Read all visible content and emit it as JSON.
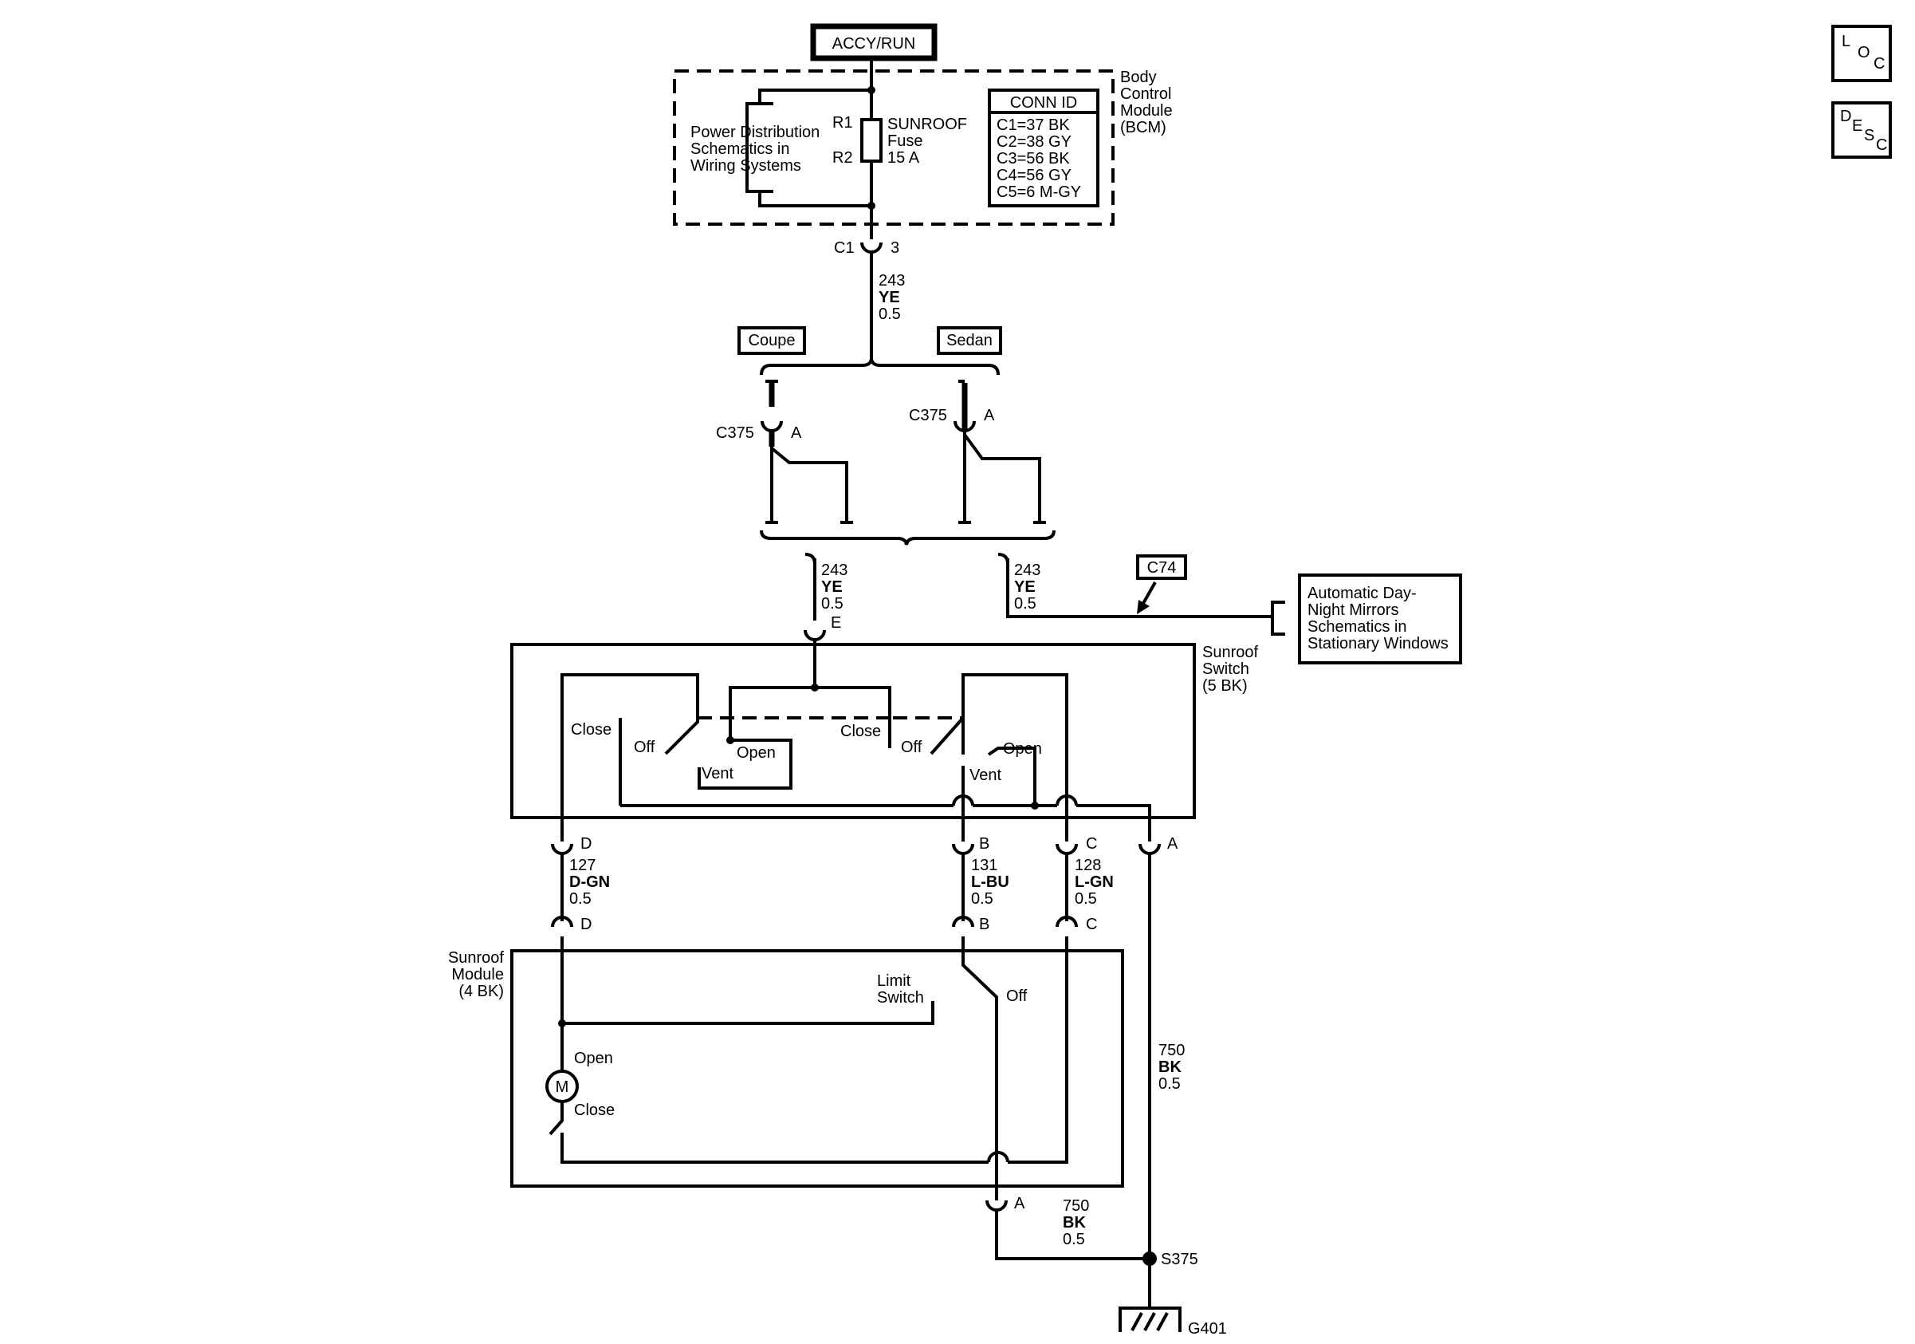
{
  "power": {
    "label": "ACCY/RUN"
  },
  "corner_icons": {
    "loc": "LOC",
    "desc": "DESC"
  },
  "bcm": {
    "name_lines": [
      "Body",
      "Control",
      "Module",
      "(BCM)"
    ],
    "pd_ref_lines": [
      "Power Distribution",
      "Schematics in",
      "Wiring Systems"
    ],
    "fuse_pins": [
      "R1",
      "R2"
    ],
    "fuse_lines": [
      "SUNROOF",
      "Fuse",
      "15 A"
    ],
    "conn_id_title": "CONN ID",
    "conn_id_rows": [
      "C1=37 BK",
      "C2=38 GY",
      "C3=56 BK",
      "C4=56 GY",
      "C5=6 M-GY"
    ],
    "connector": "C1",
    "pin": "3"
  },
  "wires": {
    "w243_top": [
      "243",
      "YE",
      "0.5"
    ],
    "w243_left": [
      "243",
      "YE",
      "0.5"
    ],
    "w243_right": [
      "243",
      "YE",
      "0.5"
    ],
    "w127": [
      "127",
      "D-GN",
      "0.5"
    ],
    "w131": [
      "131",
      "L-BU",
      "0.5"
    ],
    "w128": [
      "128",
      "L-GN",
      "0.5"
    ],
    "w750_right": [
      "750",
      "BK",
      "0.5"
    ],
    "w750_bottom": [
      "750",
      "BK",
      "0.5"
    ]
  },
  "variants": {
    "coupe": "Coupe",
    "sedan": "Sedan"
  },
  "c375": {
    "left_conn": "C375",
    "left_pin": "A",
    "right_conn": "C375",
    "right_pin": "A"
  },
  "mirror_ref": {
    "tag": "C74",
    "lines": [
      "Automatic Day-",
      "Night Mirrors",
      "Schematics in",
      "Stationary Windows"
    ]
  },
  "sunroof_switch": {
    "name_lines": [
      "Sunroof",
      "Switch",
      "(5 BK)"
    ],
    "input_pin": "E",
    "left": {
      "close": "Close",
      "off": "Off",
      "open": "Open",
      "vent": "Vent"
    },
    "right": {
      "close": "Close",
      "off": "Off",
      "open": "Open",
      "vent": "Vent"
    },
    "pins": {
      "d": "D",
      "b": "B",
      "c": "C",
      "a": "A"
    }
  },
  "sunroof_module": {
    "name_lines": [
      "Sunroof",
      "Module",
      "(4 BK)"
    ],
    "pins": {
      "d": "D",
      "b": "B",
      "c": "C",
      "a": "A"
    },
    "limit_switch_lines": [
      "Limit",
      "Switch"
    ],
    "limit_off": "Off",
    "motor_symbol": "M",
    "motor_open": "Open",
    "motor_close": "Close"
  },
  "splice": "S375",
  "ground": "G401"
}
